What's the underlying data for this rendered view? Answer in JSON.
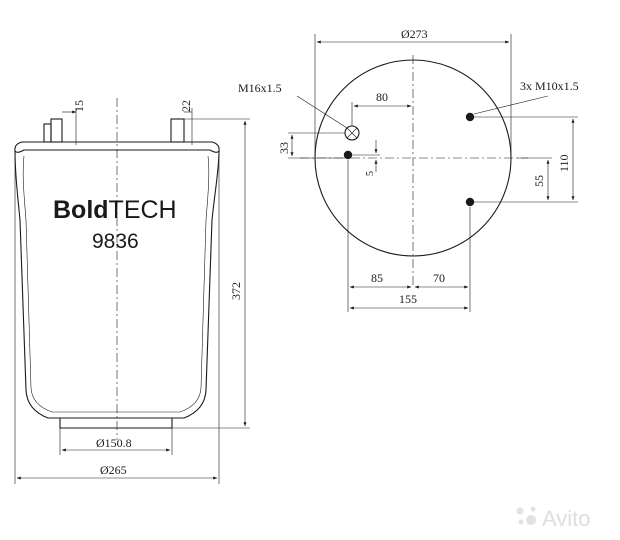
{
  "brand": {
    "bold": "Bold",
    "light": "TECH"
  },
  "model": "9836",
  "side_view": {
    "stud1_width": "15",
    "stud2_width": "22",
    "height": "372",
    "bottom_diameter": "Ø150.8",
    "outer_diameter": "Ø265"
  },
  "top_view": {
    "plate_diameter": "Ø273",
    "air_fitting": "M16x1.5",
    "studs": "3x M10x1.5",
    "dim_80": "80",
    "dim_33": "33",
    "dim_5": "5",
    "dim_110": "110",
    "dim_55": "55",
    "dim_85": "85",
    "dim_70": "70",
    "dim_155": "155"
  },
  "watermark": {
    "text": "Avito",
    "icon": "avito-dots-icon"
  }
}
